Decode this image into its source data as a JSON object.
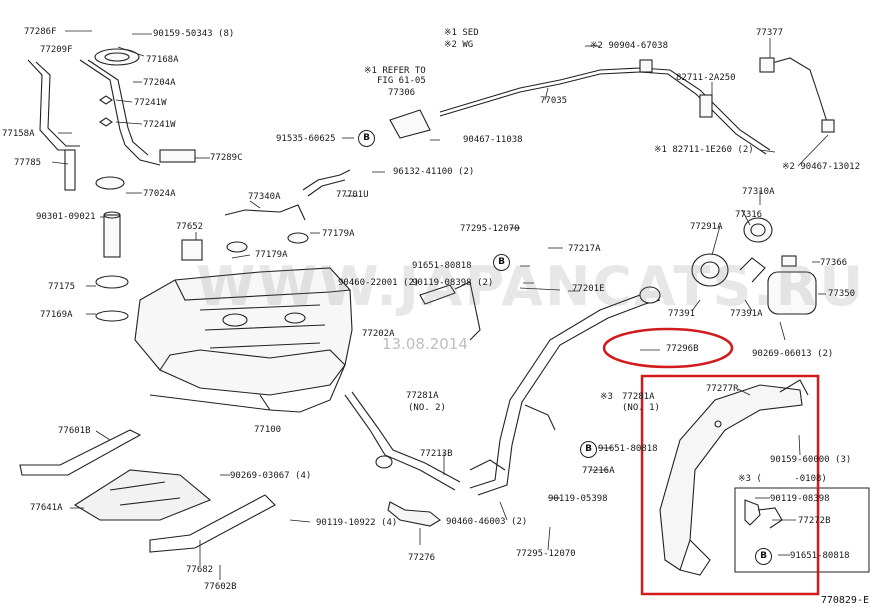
{
  "notes": {
    "sed": "※1 SED",
    "wg": "※2 WG",
    "refer1": "※1 REFER TO",
    "refer2": "FIG 61-05",
    "star3a": "※3",
    "no2": "(NO. 2)",
    "no1": "(NO. 1)",
    "range": "※3 (      -0108)"
  },
  "watermark": "WWW.JAPANCATS.RU",
  "watermark_date": "13.08.2014",
  "figure_code": "770829-E",
  "circle_letter": "B",
  "labels": [
    "77286F",
    "90159-50343 (8)",
    "77209F",
    "77168A",
    "77204A",
    "77241W",
    "77241W",
    "77158A",
    "77785",
    "77289C",
    "77024A",
    "90301-09021",
    "77652",
    "77175",
    "77169A",
    "77340A",
    "77179A",
    "77179A",
    "77701U",
    "96132-41100 (2)",
    "77306",
    "91535-60625",
    "90467-11038",
    "※2 90904-67038",
    "77035",
    "82711-2A250",
    "77377",
    "※1 82711-1E260 (2)",
    "※2 90467-13012",
    "77295-12070",
    "77217A",
    "91651-80818",
    "90119-08398 (2)",
    "90460-22001 (2)",
    "77201E",
    "77202A",
    "77100",
    "77281A",
    "77281A",
    "77291A",
    "77316",
    "77310A",
    "77366",
    "77350",
    "77391",
    "77391A",
    "90269-06013 (2)",
    "77296B",
    "77277R",
    "90159-60000 (3)",
    "91651-80818",
    "77216A",
    "90119-05398",
    "77213B",
    "90460-46003 (2)",
    "77295-12070",
    "77276",
    "77601B",
    "77641A",
    "90269-03067 (4)",
    "90119-10922 (4)",
    "77682",
    "77602B",
    "90119-08398",
    "77272B",
    "91651-80818"
  ]
}
